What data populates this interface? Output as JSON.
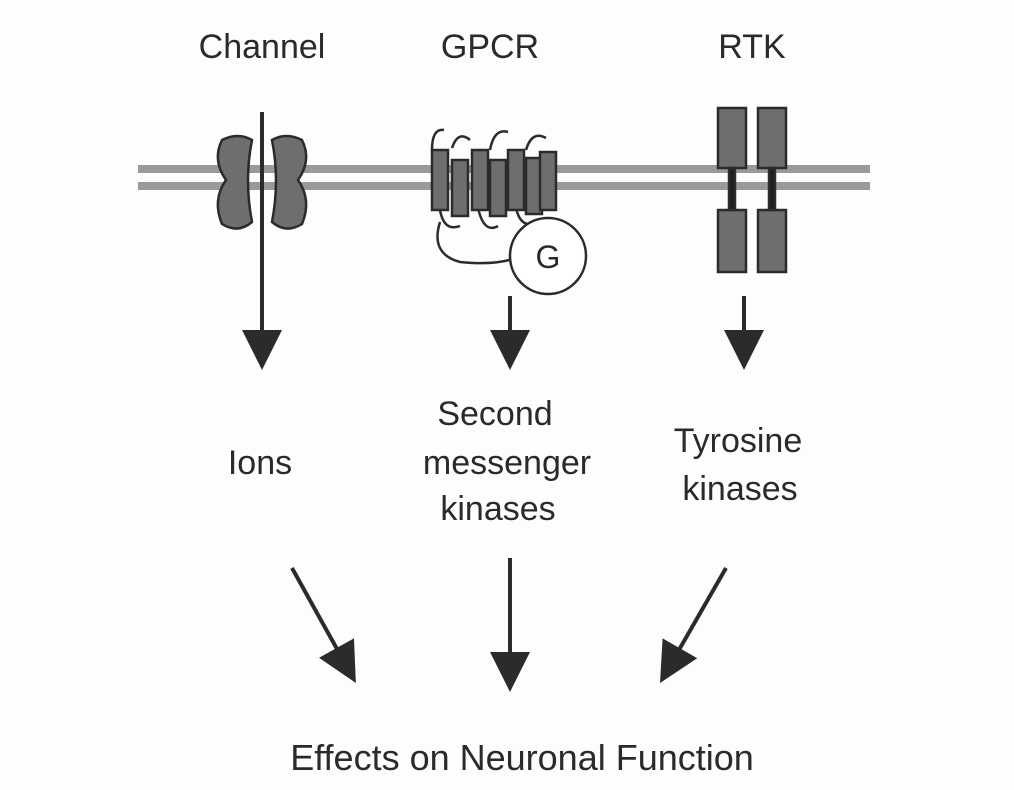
{
  "columns": {
    "channel": {
      "title": "Channel",
      "output": [
        "Ions"
      ]
    },
    "gpcr": {
      "title": "GPCR",
      "g_protein": "G",
      "output": [
        "Second",
        "messenger",
        "kinases"
      ]
    },
    "rtk": {
      "title": "RTK",
      "output": [
        "Tyrosine",
        "kinases"
      ]
    }
  },
  "result": "Effects on Neuronal Function",
  "colors": {
    "membrane": "#9a9a9a",
    "protein_fill": "#6e6e6e",
    "stroke": "#2b2b2b",
    "text": "#2a2a2a"
  }
}
